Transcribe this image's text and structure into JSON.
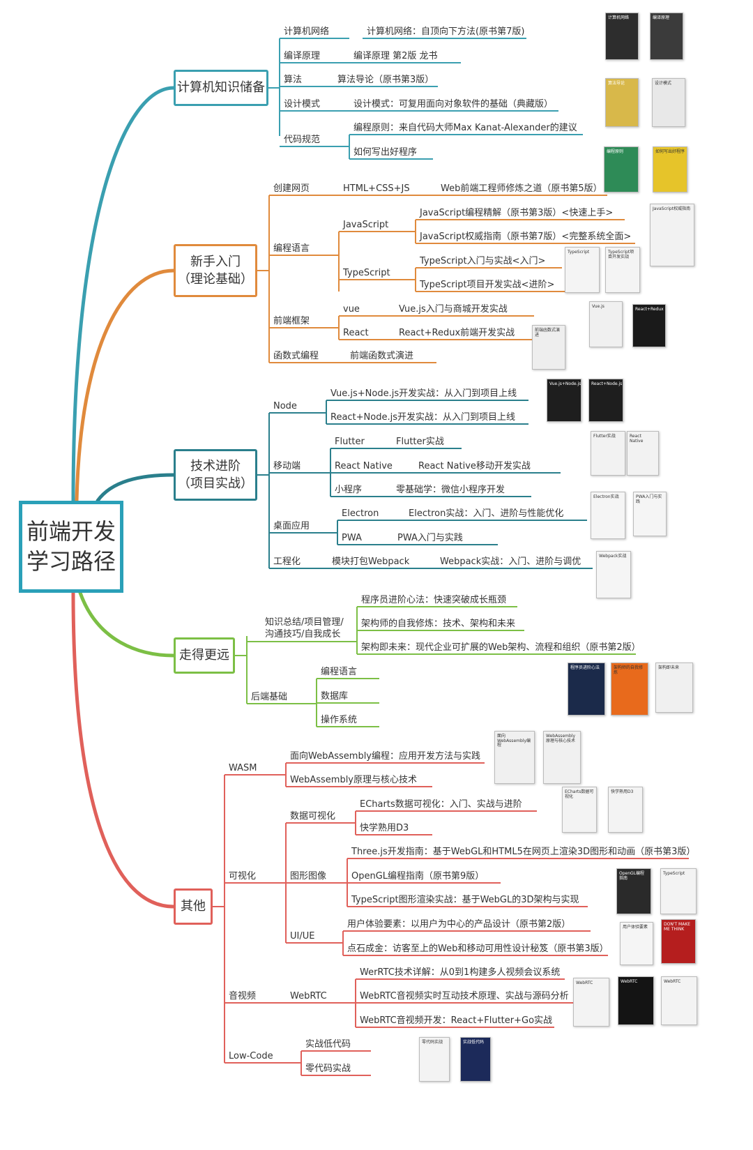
{
  "root": {
    "title": "前端开发\n学习路径"
  },
  "branches": [
    {
      "label": "计算机知识储备",
      "color": "#3a9fb0",
      "topics": [
        {
          "label": "计算机网络",
          "items": [
            "计算机网络：自顶向下方法(原书第7版)"
          ]
        },
        {
          "label": "编译原理",
          "items": [
            "编译原理 第2版 龙书"
          ]
        },
        {
          "label": "算法",
          "items": [
            "算法导论（原书第3版）"
          ]
        },
        {
          "label": "设计模式",
          "items": [
            "设计模式：可复用面向对象软件的基础（典藏版）"
          ]
        },
        {
          "label": "代码规范",
          "items": [
            "编程原则：来自代码大师Max Kanat-Alexander的建议",
            "如何写出好程序"
          ]
        }
      ]
    },
    {
      "label": "新手入门\n（理论基础）",
      "color": "#e08a3c",
      "topics": [
        {
          "label": "创建网页",
          "sub": [
            {
              "label": "HTML+CSS+JS",
              "items": [
                "Web前端工程师修炼之道（原书第5版）"
              ]
            }
          ]
        },
        {
          "label": "编程语言",
          "sub": [
            {
              "label": "JavaScript",
              "items": [
                "JavaScript编程精解（原书第3版）<快速上手>",
                "JavaScript权威指南（原书第7版）<完整系统全面>"
              ]
            },
            {
              "label": "TypeScript",
              "items": [
                "TypeScript入门与实战<入门>",
                "TypeScript项目开发实战<进阶>"
              ]
            }
          ]
        },
        {
          "label": "前端框架",
          "sub": [
            {
              "label": "vue",
              "items": [
                "Vue.js入门与商城开发实战"
              ]
            },
            {
              "label": "React",
              "items": [
                "React+Redux前端开发实战"
              ]
            }
          ]
        },
        {
          "label": "函数式编程",
          "items": [
            "前端函数式演进"
          ]
        }
      ]
    },
    {
      "label": "技术进阶\n（项目实战）",
      "color": "#2a7f8c",
      "topics": [
        {
          "label": "Node",
          "items": [
            "Vue.js+Node.js开发实战：从入门到项目上线",
            "React+Node.js开发实战：从入门到项目上线"
          ]
        },
        {
          "label": "移动端",
          "sub": [
            {
              "label": "Flutter",
              "items": [
                "Flutter实战"
              ]
            },
            {
              "label": "React Native",
              "items": [
                "React Native移动开发实战"
              ]
            },
            {
              "label": "小程序",
              "items": [
                "零基础学：微信小程序开发"
              ]
            }
          ]
        },
        {
          "label": "桌面应用",
          "sub": [
            {
              "label": "Electron",
              "items": [
                "Electron实战：入门、进阶与性能优化"
              ]
            },
            {
              "label": "PWA",
              "items": [
                "PWA入门与实践"
              ]
            }
          ]
        },
        {
          "label": "工程化",
          "sub": [
            {
              "label": "模块打包Webpack",
              "items": [
                "Webpack实战：入门、进阶与调优"
              ]
            }
          ]
        }
      ]
    },
    {
      "label": "走得更远",
      "color": "#7cbf45",
      "topics": [
        {
          "label": "知识总结/项目管理/\n沟通技巧/自我成长",
          "items": [
            "程序员进阶心法：快速突破成长瓶颈",
            "架构师的自我修炼：技术、架构和未来",
            "架构即未来：现代企业可扩展的Web架构、流程和组织（原书第2版）"
          ]
        },
        {
          "label": "后端基础",
          "items": [
            "编程语言",
            "数据库",
            "操作系统"
          ]
        }
      ]
    },
    {
      "label": "其他",
      "color": "#e0605a",
      "topics": [
        {
          "label": "WASM",
          "items": [
            "面向WebAssembly编程：应用开发方法与实践",
            "WebAssembly原理与核心技术"
          ]
        },
        {
          "label": "可视化",
          "sub": [
            {
              "label": "数据可视化",
              "items": [
                "ECharts数据可视化：入门、实战与进阶",
                "快学熟用D3"
              ]
            },
            {
              "label": "图形图像",
              "items": [
                "Three.js开发指南：基于WebGL和HTML5在网页上渲染3D图形和动画（原书第3版）",
                "OpenGL编程指南（原书第9版）",
                "TypeScript图形渲染实战：基于WebGL的3D架构与实现"
              ]
            },
            {
              "label": "UI/UE",
              "items": [
                "用户体验要素：以用户为中心的产品设计（原书第2版）",
                "点石成金：访客至上的Web和移动可用性设计秘笈（原书第3版）"
              ]
            }
          ]
        },
        {
          "label": "音视频",
          "sub": [
            {
              "label": "WebRTC",
              "items": [
                "WerRTC技术详解：从0到1构建多人视频会议系统",
                "WebRTC音视频实时互动技术原理、实战与源码分析",
                "WebRTC音视频开发：React+Flutter+Go实战"
              ]
            }
          ]
        },
        {
          "label": "Low-Code",
          "items": [
            "实战低代码",
            "零代码实战"
          ]
        }
      ]
    }
  ],
  "covers": [
    {
      "name": "book-computer-networking",
      "color": "#2d2d2d",
      "text": "计算机网络"
    },
    {
      "name": "book-compiler",
      "color": "#3b3b3b",
      "text": "编译原理"
    },
    {
      "name": "book-algorithms",
      "color": "#d8b84a",
      "text": "算法导论"
    },
    {
      "name": "book-design-patterns",
      "color": "#e8e8e8",
      "text": "设计模式"
    },
    {
      "name": "book-coding-principles",
      "color": "#2e8b57",
      "text": "编程原则"
    },
    {
      "name": "book-good-programs",
      "color": "#e6c42a",
      "text": "如何写出好程序"
    },
    {
      "name": "book-js-definitive",
      "color": "#f2f2f2",
      "text": "JavaScript权威指南"
    },
    {
      "name": "book-ts-intro",
      "color": "#f4f4f4",
      "text": "TypeScript"
    },
    {
      "name": "book-ts-project",
      "color": "#f4f4f4",
      "text": "TypeScript项目开发实战"
    },
    {
      "name": "book-vue-shop",
      "color": "#f0f0f0",
      "text": "Vue.js"
    },
    {
      "name": "book-react-redux",
      "color": "#1a1a1a",
      "text": "React+Redux"
    },
    {
      "name": "book-fp",
      "color": "#eeeeee",
      "text": "前端函数式演进"
    },
    {
      "name": "book-vue-node",
      "color": "#1e1e1e",
      "text": "Vue.js+Node.js"
    },
    {
      "name": "book-react-node",
      "color": "#1e1e1e",
      "text": "React+Node.js"
    },
    {
      "name": "book-flutter",
      "color": "#f2f2f2",
      "text": "Flutter实战"
    },
    {
      "name": "book-react-native",
      "color": "#f2f2f2",
      "text": "React Native"
    },
    {
      "name": "book-electron",
      "color": "#f5f5f5",
      "text": "Electron实战"
    },
    {
      "name": "book-pwa",
      "color": "#f5f5f5",
      "text": "PWA入门与实践"
    },
    {
      "name": "book-webpack",
      "color": "#f5f5f5",
      "text": "Webpack实战"
    },
    {
      "name": "book-programmer-growth",
      "color": "#1b2a4a",
      "text": "程序员进阶心法"
    },
    {
      "name": "book-architect",
      "color": "#e86a1c",
      "text": "架构师的自我修炼"
    },
    {
      "name": "book-arch-future",
      "color": "#f0f0f0",
      "text": "架构即未来"
    },
    {
      "name": "book-wasm-dev",
      "color": "#f0f0f0",
      "text": "面向WebAssembly编程"
    },
    {
      "name": "book-wasm-core",
      "color": "#f0f0f0",
      "text": "WebAssembly原理与核心技术"
    },
    {
      "name": "book-echarts",
      "color": "#f3f3f3",
      "text": "ECharts数据可视化"
    },
    {
      "name": "book-d3",
      "color": "#f3f3f3",
      "text": "快学熟用D3"
    },
    {
      "name": "book-opengl",
      "color": "#2a2a2a",
      "text": "OpenGL编程指南"
    },
    {
      "name": "book-ts-graphics",
      "color": "#f3f3f3",
      "text": "TypeScript"
    },
    {
      "name": "book-ux-elements",
      "color": "#f5f5f5",
      "text": "用户体验要素"
    },
    {
      "name": "book-dont-make-me-think",
      "color": "#b51e1e",
      "text": "DON'T MAKE ME THINK"
    },
    {
      "name": "book-webrtc-1",
      "color": "#f3f3f3",
      "text": "WebRTC"
    },
    {
      "name": "book-webrtc-2",
      "color": "#141414",
      "text": "WebRTC"
    },
    {
      "name": "book-webrtc-3",
      "color": "#f3f3f3",
      "text": "WebRTC"
    },
    {
      "name": "book-lowcode",
      "color": "#f3f3f3",
      "text": "零代码实战"
    },
    {
      "name": "book-lowcode-2",
      "color": "#1c2a5a",
      "text": "实战低代码"
    }
  ]
}
